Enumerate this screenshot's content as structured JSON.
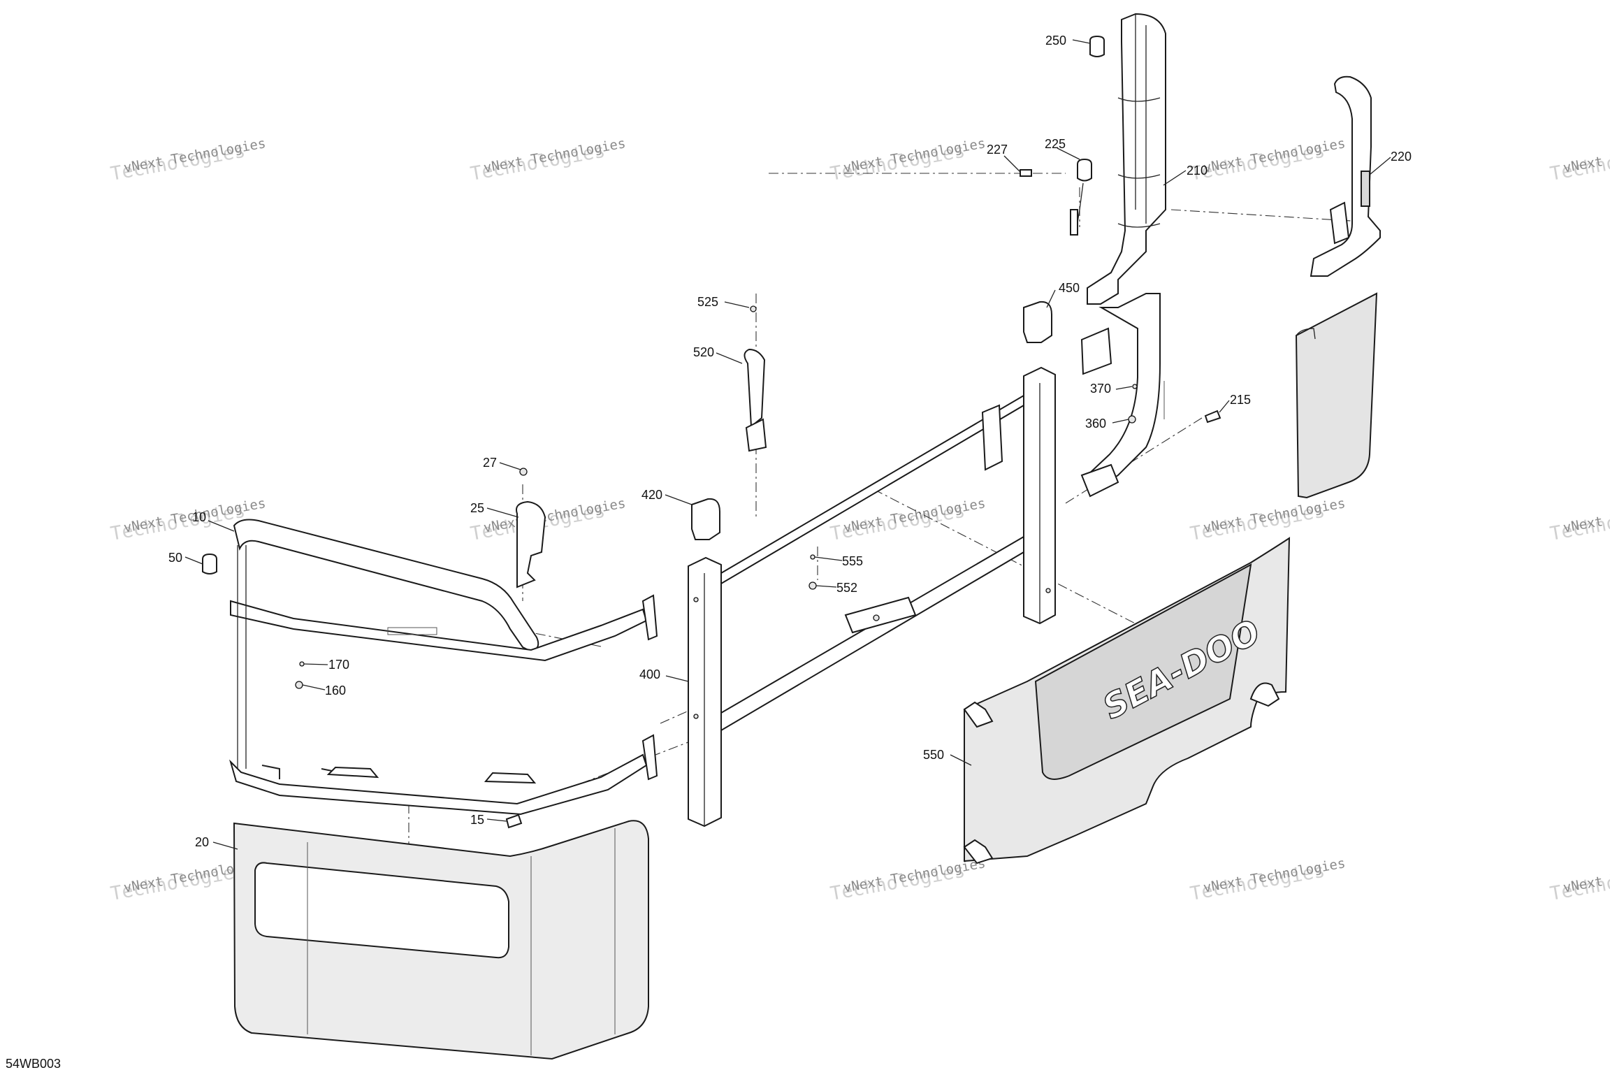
{
  "diagram": {
    "code": "54WB003",
    "watermark_line1": "vNext Technologies",
    "watermark_line2": "Technologies",
    "brand_mark": "SEA-DOO",
    "callouts": [
      {
        "id": "250",
        "label": "250"
      },
      {
        "id": "227",
        "label": "227"
      },
      {
        "id": "225",
        "label": "225"
      },
      {
        "id": "210",
        "label": "210"
      },
      {
        "id": "220",
        "label": "220"
      },
      {
        "id": "525",
        "label": "525"
      },
      {
        "id": "450",
        "label": "450"
      },
      {
        "id": "520",
        "label": "520"
      },
      {
        "id": "370",
        "label": "370"
      },
      {
        "id": "360",
        "label": "360"
      },
      {
        "id": "215",
        "label": "215"
      },
      {
        "id": "27",
        "label": "27"
      },
      {
        "id": "420",
        "label": "420"
      },
      {
        "id": "25",
        "label": "25"
      },
      {
        "id": "10",
        "label": "10"
      },
      {
        "id": "50",
        "label": "50"
      },
      {
        "id": "555",
        "label": "555"
      },
      {
        "id": "552",
        "label": "552"
      },
      {
        "id": "170",
        "label": "170"
      },
      {
        "id": "160",
        "label": "160"
      },
      {
        "id": "400",
        "label": "400"
      },
      {
        "id": "550",
        "label": "550"
      },
      {
        "id": "15",
        "label": "15"
      },
      {
        "id": "20",
        "label": "20"
      }
    ]
  }
}
